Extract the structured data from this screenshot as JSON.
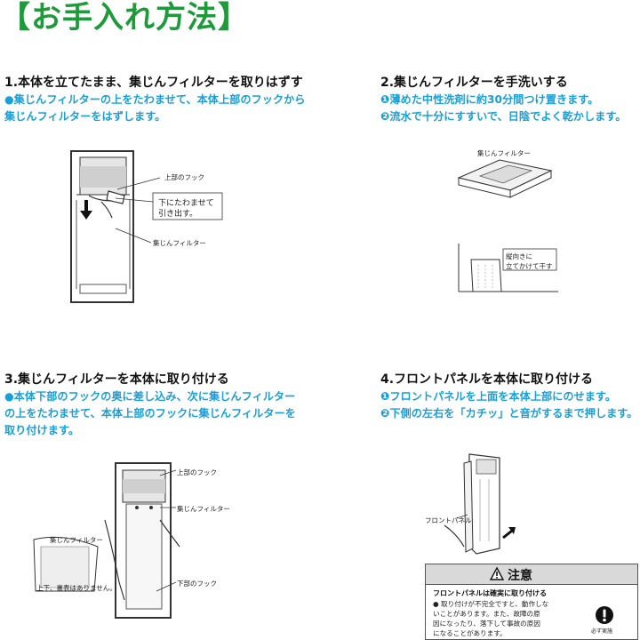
{
  "page_title": "【お手入れ方法】",
  "steps": [
    {
      "heading": "1.本体を立てたまま、集じんフィルターを取りはずす",
      "lines": [
        "●集じんフィルターの上をたわませて、本体上部のフックから",
        "集じんフィルターをはずします。"
      ],
      "labels": {
        "hook": "上部のフック",
        "pull_1": "下にたわませて",
        "pull_2": "引き出す。",
        "filter": "集じんフィルター"
      }
    },
    {
      "heading": "2.集じんフィルターを手洗いする",
      "lines": [
        "❶薄めた中性洗剤に約30分間つけ置きます。",
        "❷流水で十分にすすいで、日陰でよく乾かします。"
      ],
      "labels": {
        "filter": "集じんフィルター",
        "dry_1": "縦向きに",
        "dry_2": "立てかけて干す"
      }
    },
    {
      "heading": "3.集じんフィルターを本体に取り付ける",
      "lines": [
        "●本体下部のフックの奥に差し込み、次に集じんフィルター",
        "の上をたわませて、本体上部のフックに集じんフィルターを",
        "取り付けます。"
      ],
      "labels": {
        "top_hook": "上部のフック",
        "filter": "集じんフィルター",
        "filter_zoom": "集じんフィルター",
        "no_side": "上下、裏表はありません。",
        "bottom_hook": "下部のフック"
      }
    },
    {
      "heading": "4.フロントパネルを本体に取り付ける",
      "lines": [
        "❶フロントパネルを上面を本体上部にのせます。",
        "❷下側の左右を「カチッ」と音がするまで押します。"
      ],
      "labels": {
        "front_panel": "フロントパネル"
      }
    }
  ],
  "caution": {
    "title": "注意",
    "subtitle": "フロントパネルは確実に取り付ける",
    "lines": [
      "● 取り付けが不完全ですと、動作しな",
      "いことがあります。また、故障の原",
      "因になったり、落下して事故の原因",
      "になることがあります。"
    ],
    "must_label": "必ず実施"
  }
}
